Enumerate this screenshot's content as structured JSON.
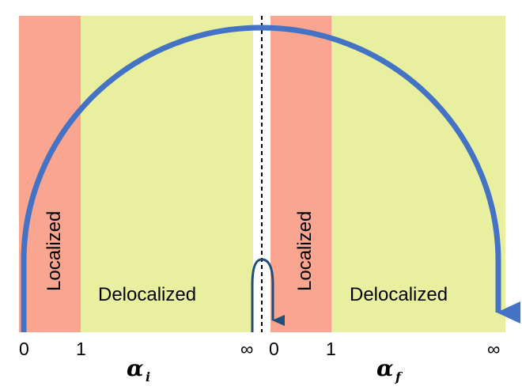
{
  "colors": {
    "localized": "#f9a58f",
    "delocalized": "#e8f09f",
    "arrow": "#4472c4",
    "small_arrow": "#1f4e79",
    "divider": "#000000"
  },
  "left_panel": {
    "localized_label": "Localized",
    "delocalized_label": "Delocalized",
    "ticks": [
      "0",
      "1",
      "∞"
    ],
    "axis_symbol": "α",
    "axis_subscript": "i"
  },
  "right_panel": {
    "localized_label": "Localized",
    "delocalized_label": "Delocalized",
    "ticks": [
      "0",
      "1",
      "∞"
    ],
    "axis_symbol": "α",
    "axis_subscript": "f"
  },
  "arrows": {
    "large_arc": {
      "from": "left panel α_i = 0",
      "to": "right panel α_f = ∞",
      "icon": "large-arc-arrow"
    },
    "small_arc": {
      "from": "left panel α_i = ∞",
      "to": "right panel α_f = 0",
      "icon": "small-arc-arrow"
    }
  }
}
